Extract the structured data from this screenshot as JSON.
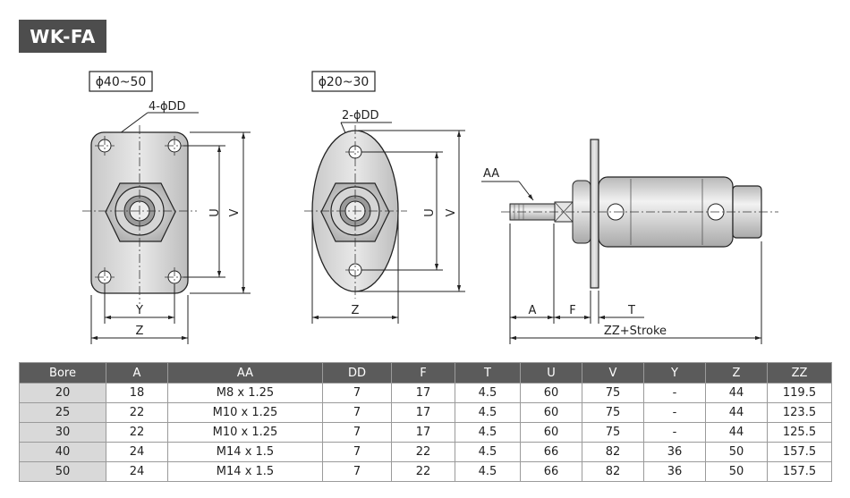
{
  "model_title": "WK-FA",
  "views": {
    "front_large": {
      "size_label": "ϕ40~50",
      "hole_label": "4-ϕDD",
      "dim_u": "U",
      "dim_v": "V",
      "dim_y": "Y",
      "dim_z": "Z"
    },
    "front_small": {
      "size_label": "ϕ20~30",
      "hole_label": "2-ϕDD",
      "dim_u": "U",
      "dim_v": "V",
      "dim_z": "Z"
    },
    "side": {
      "thread_label": "AA",
      "dim_a": "A",
      "dim_f": "F",
      "dim_t": "T",
      "dim_zz": "ZZ+Stroke"
    }
  },
  "table": {
    "headers": [
      "Bore",
      "A",
      "AA",
      "DD",
      "F",
      "T",
      "U",
      "V",
      "Y",
      "Z",
      "ZZ"
    ],
    "rows": [
      [
        "20",
        "18",
        "M8 x 1.25",
        "7",
        "17",
        "4.5",
        "60",
        "75",
        "-",
        "44",
        "119.5"
      ],
      [
        "25",
        "22",
        "M10 x 1.25",
        "7",
        "17",
        "4.5",
        "60",
        "75",
        "-",
        "44",
        "123.5"
      ],
      [
        "30",
        "22",
        "M10 x 1.25",
        "7",
        "17",
        "4.5",
        "60",
        "75",
        "-",
        "44",
        "125.5"
      ],
      [
        "40",
        "24",
        "M14 x 1.5",
        "7",
        "22",
        "4.5",
        "66",
        "82",
        "36",
        "50",
        "157.5"
      ],
      [
        "50",
        "24",
        "M14 x 1.5",
        "7",
        "22",
        "4.5",
        "66",
        "82",
        "36",
        "50",
        "157.5"
      ]
    ]
  }
}
